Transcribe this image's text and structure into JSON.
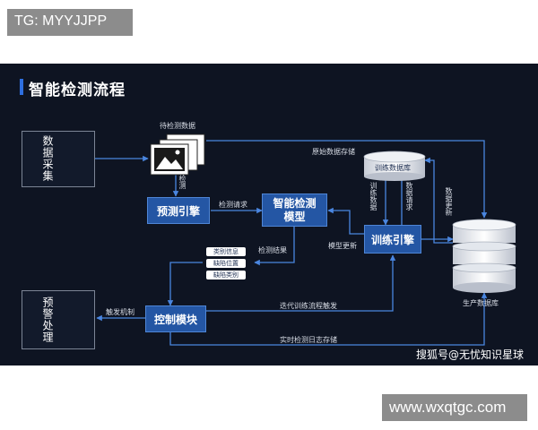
{
  "watermarks": {
    "top": "TG: MYYJJPP",
    "bottom": "www.wxqtgc.com"
  },
  "title": "智能检测流程",
  "groups": {
    "collect": "数据采集",
    "alarm": "预警处理"
  },
  "modules": {
    "predict": "预测引擎",
    "model": "智能检测\n模型",
    "train": "训练引擎",
    "control": "控制模块"
  },
  "databases": {
    "training": "训练数据库",
    "production": "生产数据库"
  },
  "labels": {
    "pending_data": "待检测数据",
    "detect": "检测",
    "detect_request": "检测请求",
    "detect_result": "检测结果",
    "raw_storage": "原始数据存储",
    "model_update": "模型更新",
    "train_data": "训练数据",
    "data_request": "数据请求",
    "data_update": "数据更新",
    "trigger": "触发机制",
    "iterate": "迭代训练流程触发",
    "log_storage": "实时检测日志存储"
  },
  "result_tags": [
    "类别信息",
    "缺陷位置",
    "缺陷类别"
  ],
  "credit": "搜狐号@无忧知识星球",
  "colors": {
    "background": "#0e1422",
    "module_fill": "#2456a4",
    "arrow": "#4a86e0",
    "accent": "#2e6fe0",
    "alarm_red": "#d22a1e",
    "alarm_yellow": "#f5c400"
  },
  "icons": [
    "camera-icon",
    "image-stack-icon",
    "alarm-light-icon",
    "database-icon"
  ]
}
